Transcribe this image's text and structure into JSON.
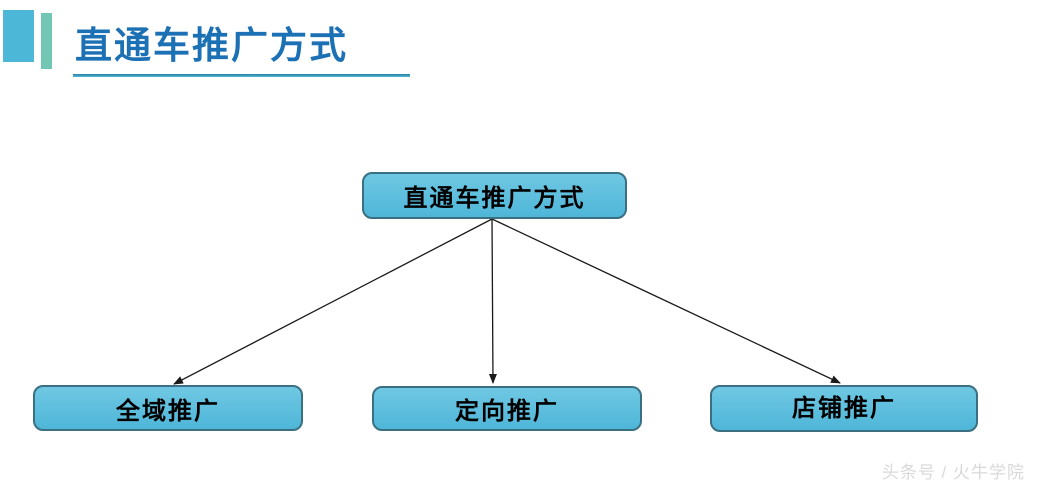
{
  "header": {
    "title": "直通车推广方式"
  },
  "diagram": {
    "type": "tree",
    "root": {
      "label": "直通车推广方式"
    },
    "children": [
      {
        "label": "全域推广"
      },
      {
        "label": "定向推广"
      },
      {
        "label": "店铺推广"
      }
    ]
  },
  "footer": {
    "watermark": "头条号 / 火牛学院"
  },
  "colors": {
    "title_text": "#1C70B4",
    "title_underline": "#2E8FBE",
    "accent_bar_large": "#4DB7D8",
    "accent_bar_small": "#72C7B4",
    "node_fill_top": "#6FC8E3",
    "node_fill_bottom": "#4FB6D8",
    "node_border": "#3A7082",
    "node_text": "#000000",
    "arrow": "#1A1A1A",
    "background": "#FFFFFF"
  }
}
